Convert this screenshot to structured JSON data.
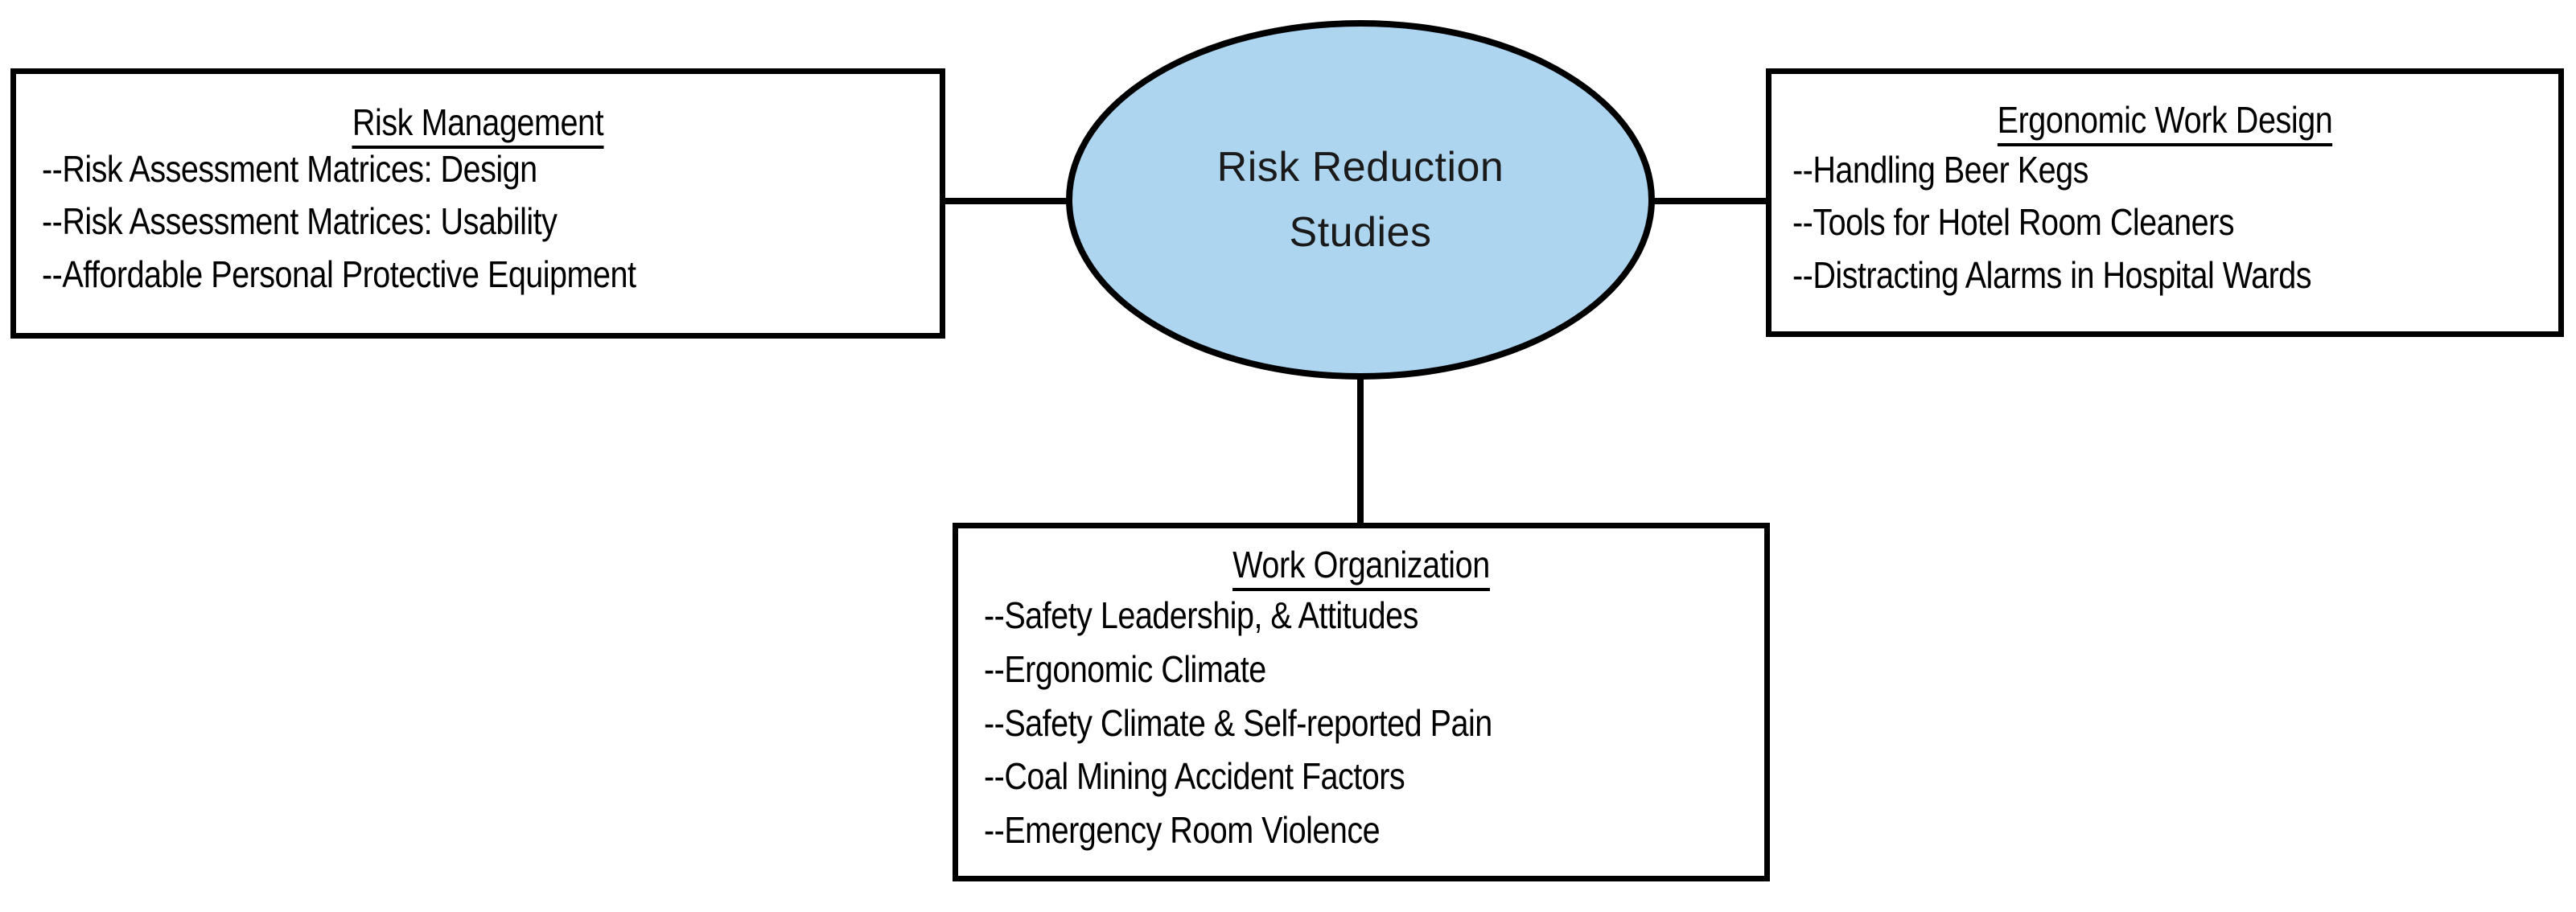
{
  "diagram": {
    "type": "hub-and-spoke concept map",
    "center": {
      "label_line_1": "Risk Reduction",
      "label_line_2": "Studies",
      "fill_color": "#ADD5EF",
      "stroke_color": "#000000"
    },
    "branches": [
      {
        "id": "risk-management",
        "position": "left",
        "title": "Risk Management",
        "items": [
          "--Risk Assessment Matrices: Design",
          "--Risk Assessment Matrices: Usability",
          "--Affordable Personal Protective Equipment"
        ]
      },
      {
        "id": "ergonomic-work-design",
        "position": "right",
        "title": "Ergonomic Work Design",
        "items": [
          "--Handling Beer Kegs",
          "--Tools for Hotel Room Cleaners",
          "--Distracting Alarms in Hospital Wards"
        ]
      },
      {
        "id": "work-organization",
        "position": "bottom",
        "title": "Work Organization",
        "items": [
          "--Safety Leadership, & Attitudes",
          "--Ergonomic Climate",
          "--Safety Climate & Self-reported Pain",
          "--Coal Mining Accident Factors",
          "--Emergency Room Violence"
        ]
      }
    ],
    "connectors": [
      {
        "id": "center-to-risk-management",
        "orientation": "horizontal"
      },
      {
        "id": "center-to-ergonomic-work-design",
        "orientation": "horizontal"
      },
      {
        "id": "center-to-work-organization",
        "orientation": "vertical"
      }
    ]
  }
}
